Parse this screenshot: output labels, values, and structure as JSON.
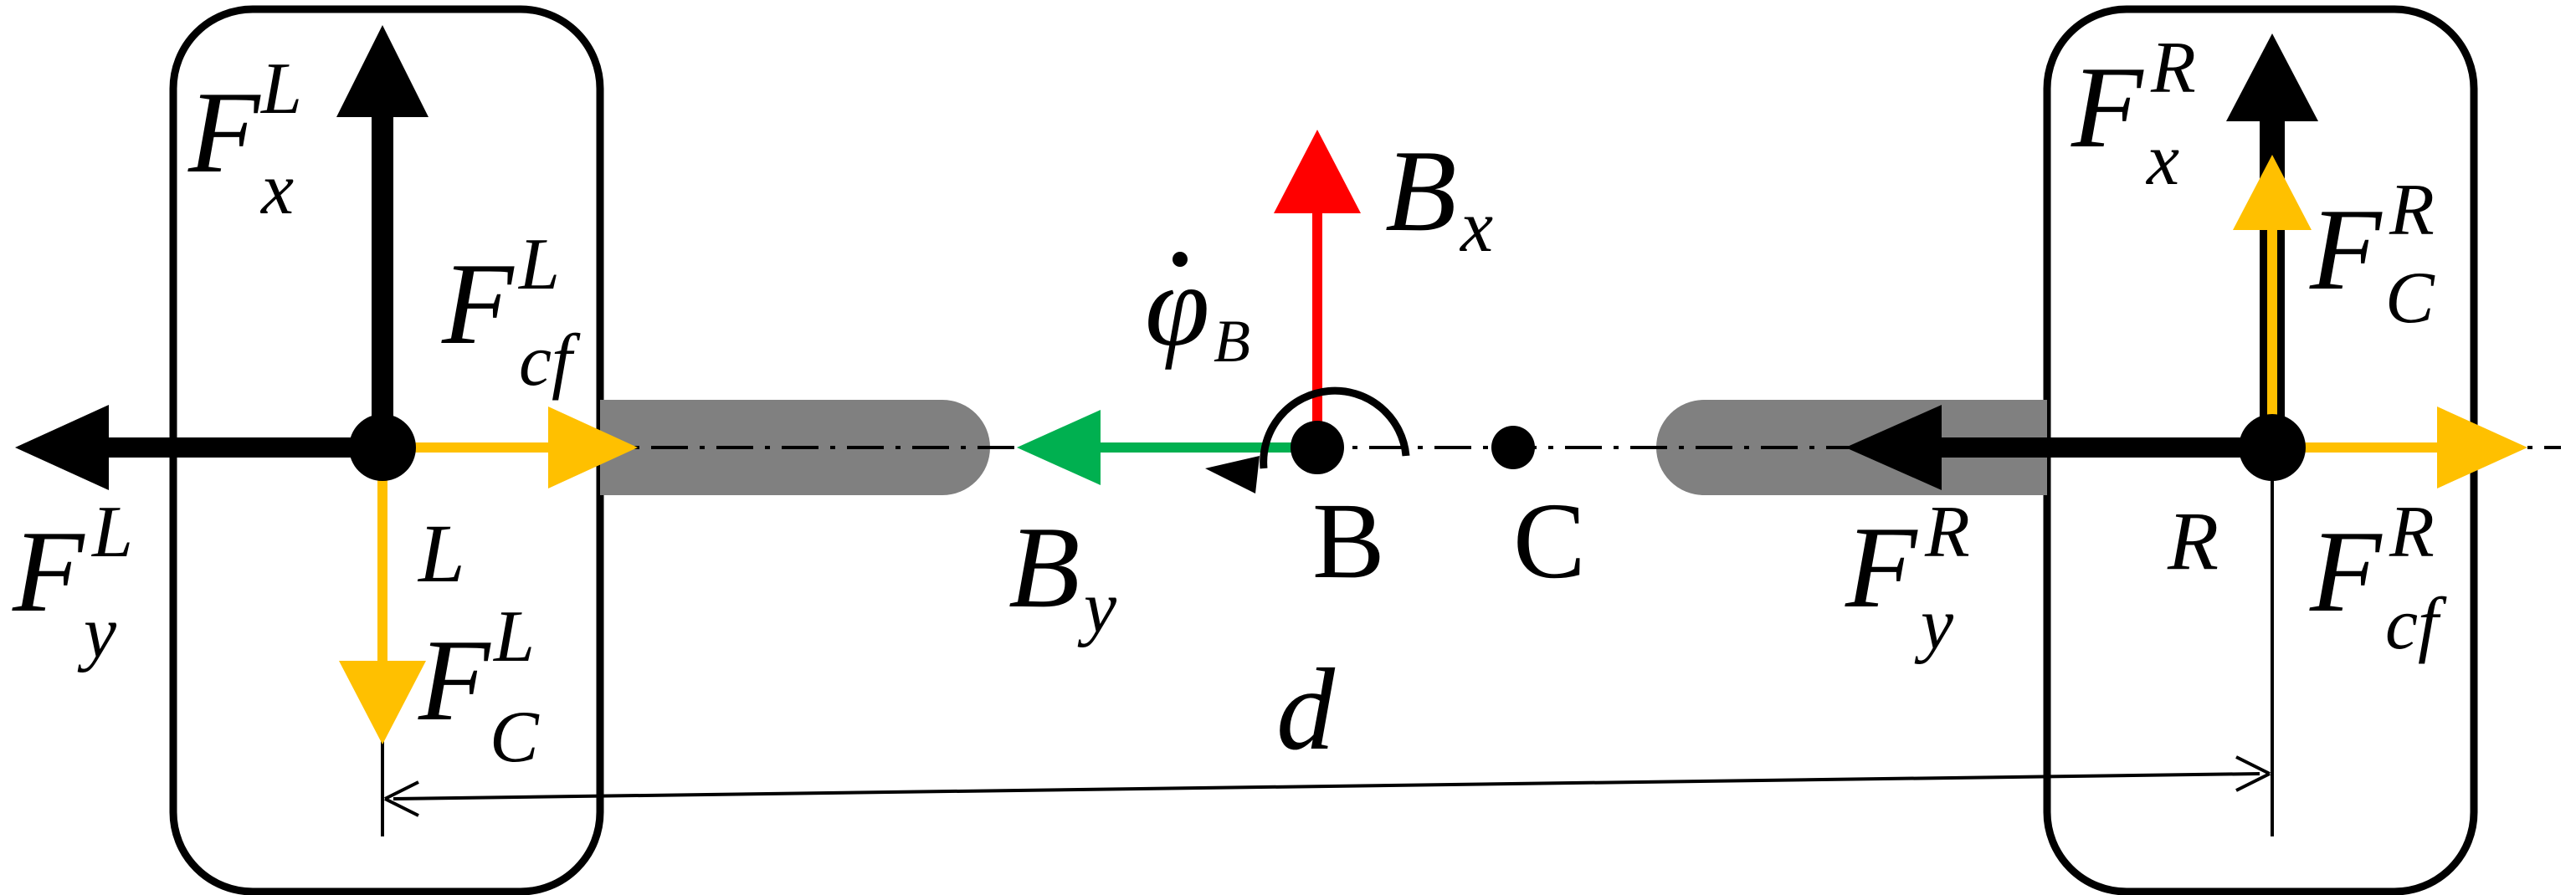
{
  "colors": {
    "black": "#000000",
    "yellow": "#FFC000",
    "red": "#FF0000",
    "green": "#00B050",
    "gray": "#808080"
  },
  "labels": {
    "left_wheel_point": "L",
    "right_wheel_point": "R",
    "body_point": "B",
    "center_point": "C",
    "distance": "d",
    "F": "F",
    "B": "B",
    "phi": "φ",
    "sub_x": "x",
    "sub_y": "y",
    "sub_cf": "cf",
    "sub_C": "C",
    "sub_B": "B",
    "sup_L": "L",
    "sup_R": "R"
  }
}
